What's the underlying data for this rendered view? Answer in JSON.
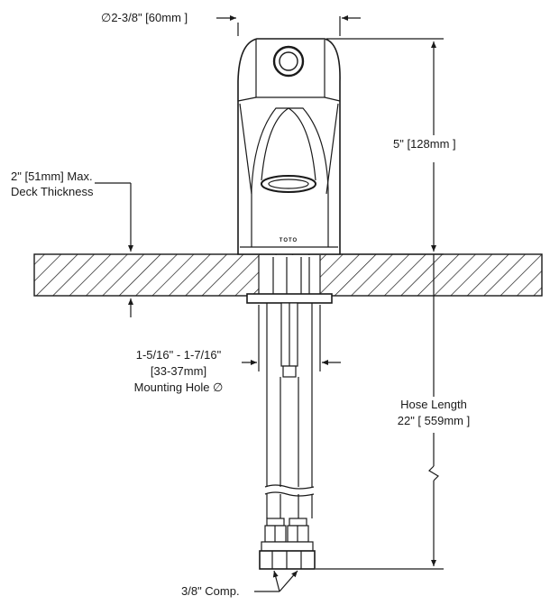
{
  "diagram": {
    "brand_mark": "TOTO",
    "labels": {
      "diameter": "∅2-3/8\" [60mm ]",
      "height": "5\" [128mm ]",
      "deck_line1": "2\" [51mm] Max.",
      "deck_line2": "Deck Thickness",
      "hole_line1": "1-5/16\" - 1-7/16\"",
      "hole_line2": "[33-37mm]",
      "hole_line3": "Mounting Hole ∅",
      "hose_line1": "Hose Length",
      "hose_line2": "22\" [ 559mm ]",
      "comp": "3/8\" Comp."
    },
    "colors": {
      "line": "#1a1a1a",
      "deck_fill": "#ffffff",
      "paper": "#ffffff"
    }
  }
}
